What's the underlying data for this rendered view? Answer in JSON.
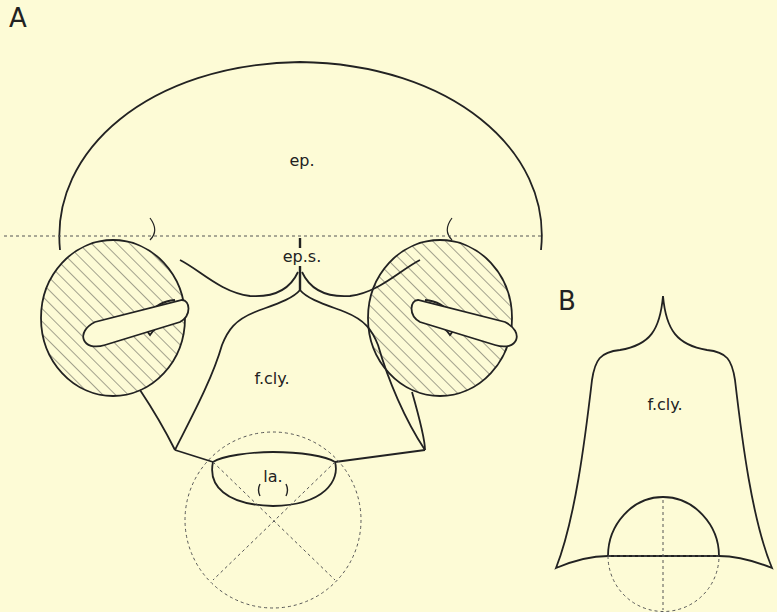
{
  "diagram": {
    "labels": [
      "A",
      "ep.",
      "ep.s.",
      "f.cly.",
      "la.",
      "B",
      "f.cly."
    ]
  }
}
